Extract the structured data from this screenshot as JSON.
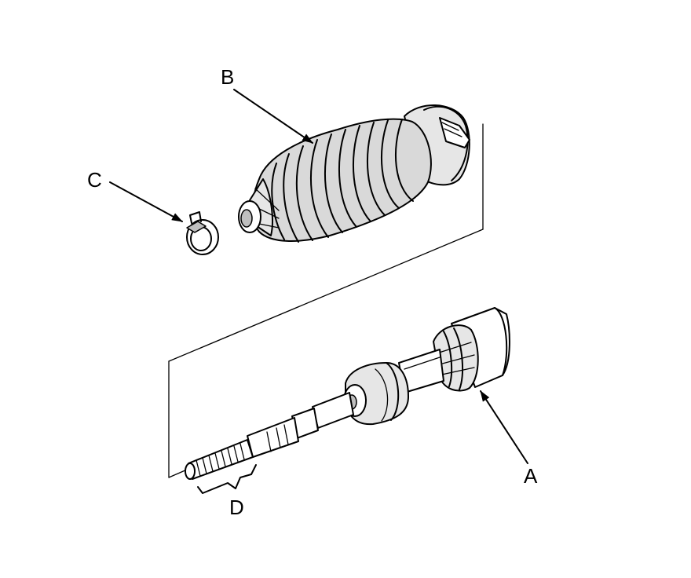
{
  "labels": {
    "a": "A",
    "b": "B",
    "c": "C",
    "d": "D"
  },
  "parts": {
    "a": "tie-rod-locknut",
    "b": "steering-boot",
    "c": "boot-clamp",
    "d": "tie-rod-threads"
  },
  "colors": {
    "line": "#000000",
    "shade": "#d9d9d9",
    "background": "#ffffff"
  }
}
